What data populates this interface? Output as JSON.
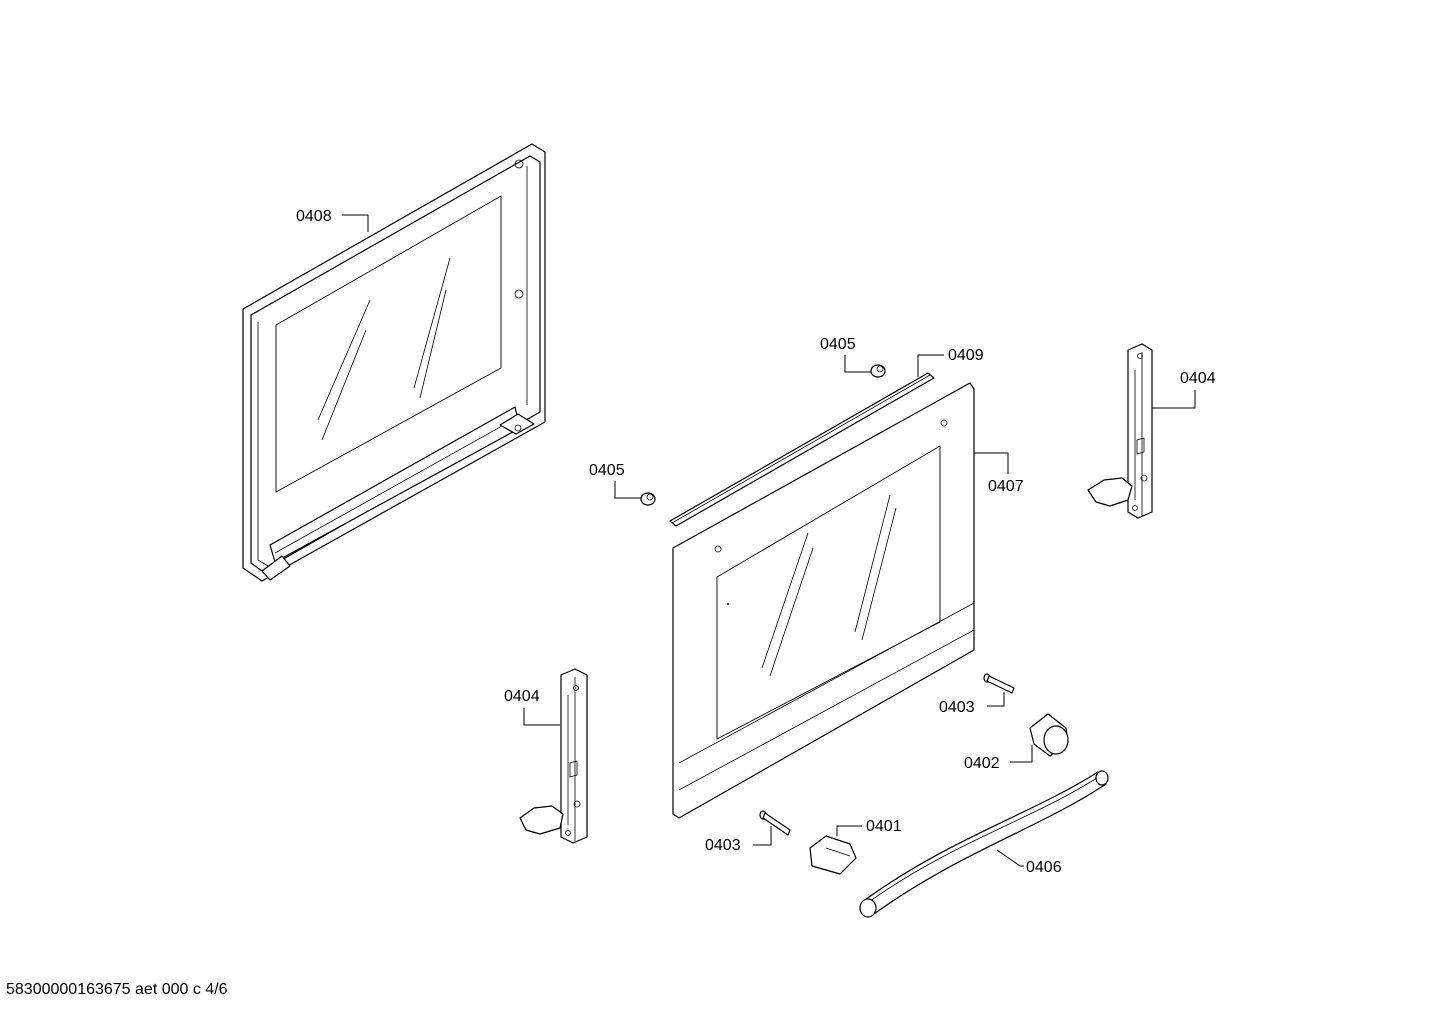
{
  "labels": {
    "l0408": "0408",
    "l0405a": "0405",
    "l0405b": "0405",
    "l0409": "0409",
    "l0404a": "0404",
    "l0404b": "0404",
    "l0407": "0407",
    "l0403a": "0403",
    "l0403b": "0403",
    "l0402": "0402",
    "l0401": "0401",
    "l0406": "0406"
  },
  "footer": "58300000163675 aet 000 c 4/6"
}
